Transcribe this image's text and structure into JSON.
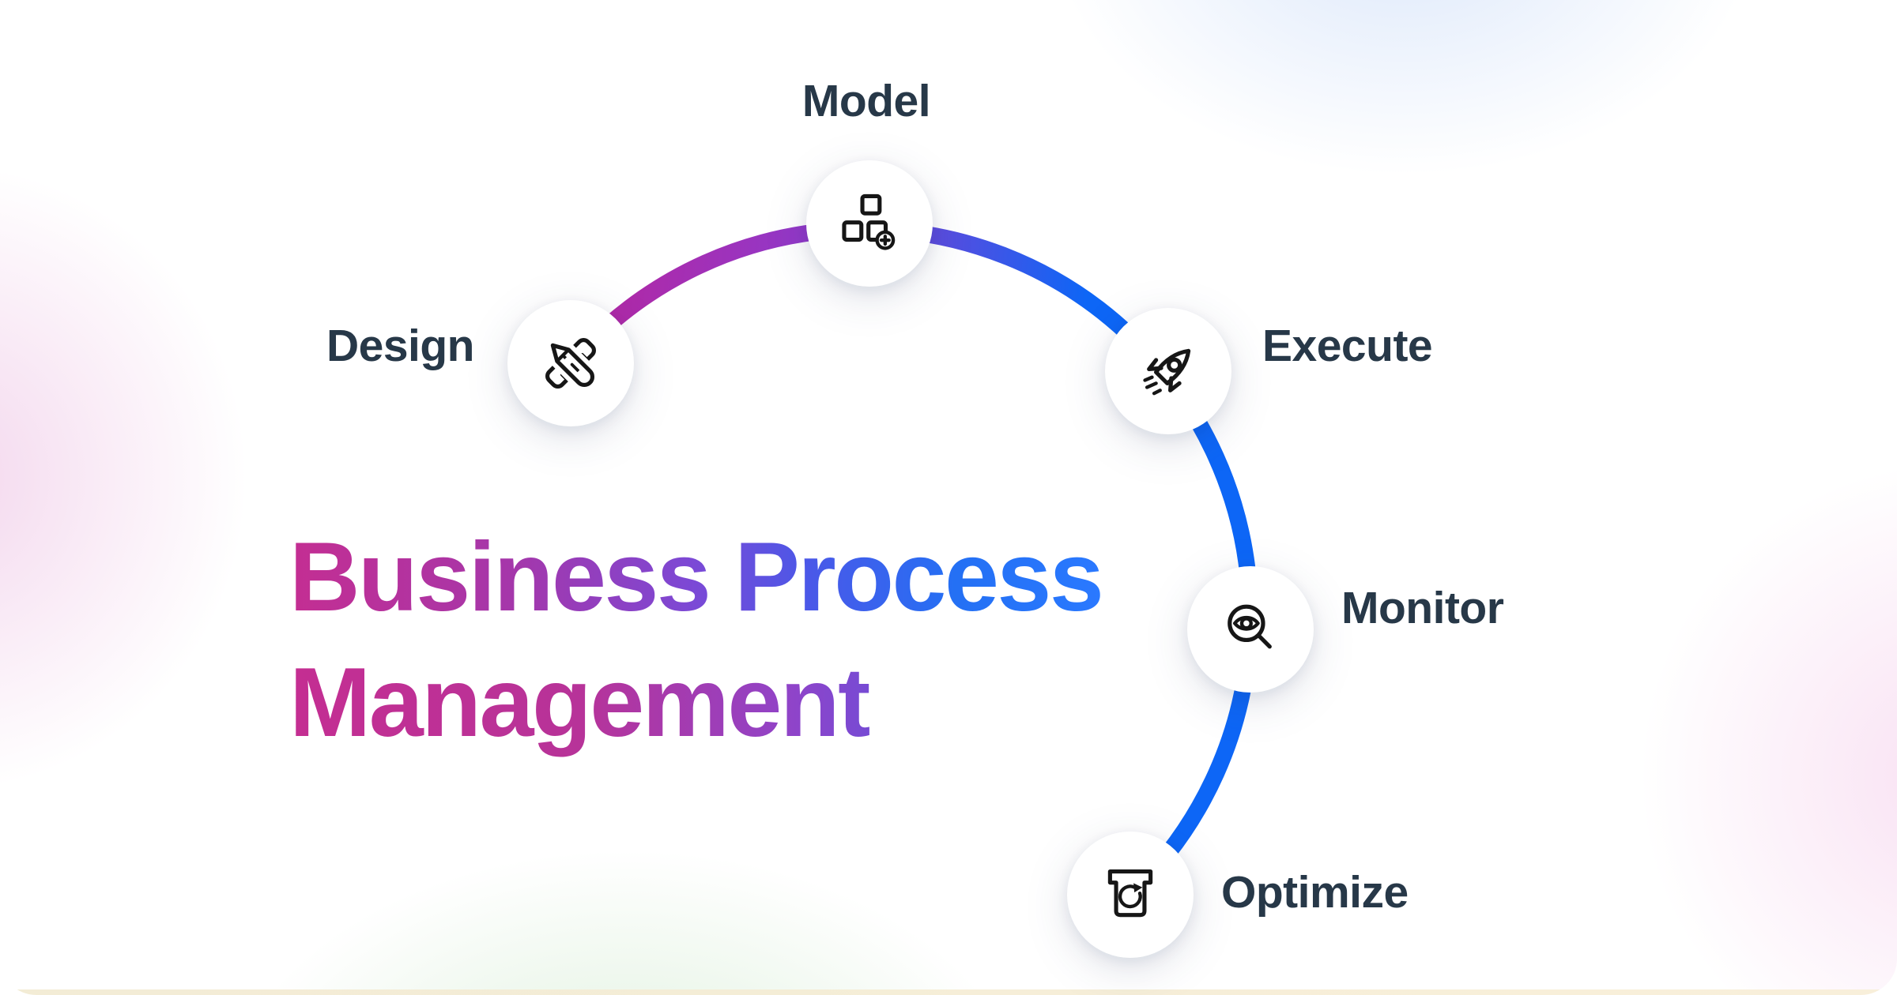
{
  "title": {
    "line1": "Business Process",
    "line2": "Management"
  },
  "steps": [
    {
      "label": "Design",
      "icon": "pencil-ruler-icon"
    },
    {
      "label": "Model",
      "icon": "blocks-plus-icon"
    },
    {
      "label": "Execute",
      "icon": "rocket-icon"
    },
    {
      "label": "Monitor",
      "icon": "eye-magnifier-icon"
    },
    {
      "label": "Optimize",
      "icon": "press-refresh-icon"
    }
  ],
  "colors": {
    "arc_start": "#c02094",
    "arc_mid": "#8d3bce",
    "arc_end": "#0d66f6",
    "title_pink": "#c42e92",
    "title_purple": "#8746c8",
    "title_blue": "#2a6cf3",
    "label_color": "#273848",
    "icon_color": "#161616",
    "node_fill": "#ffffff"
  }
}
